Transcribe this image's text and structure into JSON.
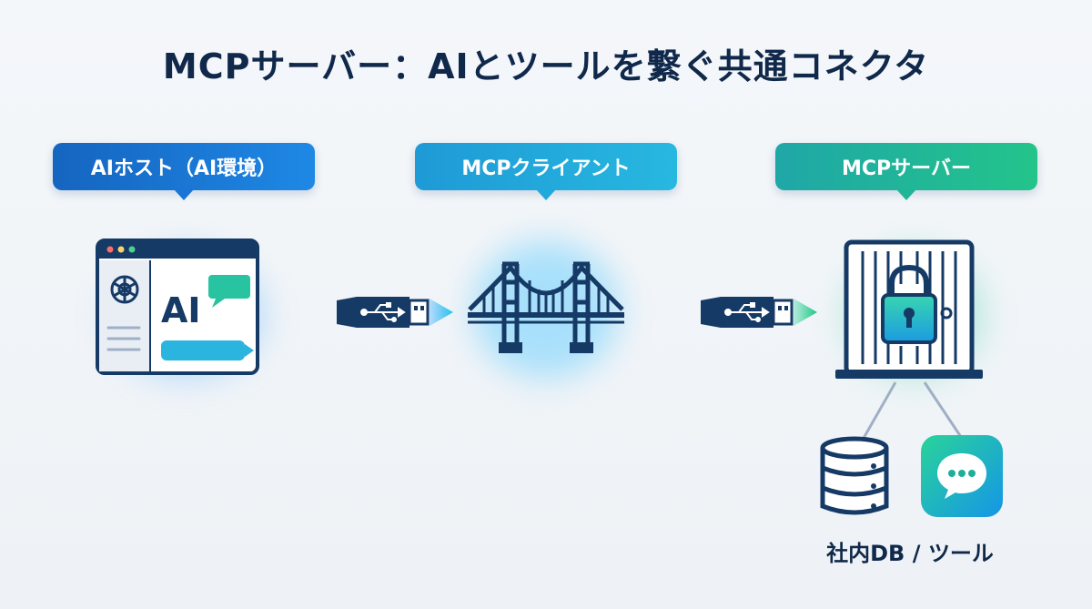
{
  "title": "MCPサーバー：AIとツールを繋ぐ共通コネクタ",
  "stages": [
    {
      "label": "AIホスト（AI環境）",
      "icon": "ai-window-icon"
    },
    {
      "label": "MCPクライアント",
      "icon": "bridge-icon"
    },
    {
      "label": "MCPサーバー",
      "icon": "server-lock-icon"
    }
  ],
  "host_window": {
    "logo_text": "AI"
  },
  "connectors": [
    "usb-connector-icon",
    "usb-connector-icon"
  ],
  "tools": {
    "caption": "社内DB / ツール",
    "icons": [
      "database-icon",
      "chat-app-icon"
    ]
  },
  "colors": {
    "navy": "#10284a",
    "blue": "#1565c0",
    "cyan": "#27b8e0",
    "green": "#23c48a"
  }
}
